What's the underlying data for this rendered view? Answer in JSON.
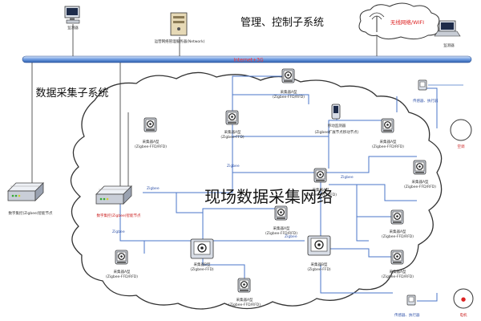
{
  "titles": {
    "mgmt_subsystem": "管理、控制子系统",
    "acq_subsystem": "数据采集子系统",
    "field_network": "现场数据采集网络"
  },
  "backbone": {
    "label": "Internet+3G"
  },
  "wireless": {
    "label": "无线网络/WIFI"
  },
  "top_devices": {
    "monitor_label": "监测器",
    "server_label": "运营网络管理服务器(Network)",
    "laptop_label": "监测器"
  },
  "gateway": {
    "left_label": "数字集控(Zigbee)智能节点",
    "center_label": "数字集控(Zigbee)智能节点"
  },
  "nodes": [
    {
      "name": "采集器A型",
      "sub": "(Zigbee-FFD/RFD)"
    },
    {
      "name": "采集器A型",
      "sub": "(Zigbee-FFD)"
    },
    {
      "name": "采集器A型",
      "sub": "(Zigbee-FFD/RFD)"
    },
    {
      "name": "移动监测器",
      "sub": "(Zigbee扩展节点移动节点)"
    },
    {
      "name": "采集器A型",
      "sub": "(Zigbee-FFD/RFD)"
    },
    {
      "name": "采集器A型",
      "sub": "(Zigbee-FFD/RFD)"
    },
    {
      "name": "采集器A型",
      "sub": "(Zigbee-FFD/RFD)"
    },
    {
      "name": "采集器A型",
      "sub": "(Zigbee-FFD/RFD)"
    },
    {
      "name": "采集器B型",
      "sub": "(Zigbee-FFD)"
    },
    {
      "name": "采集器B型",
      "sub": "(Zigbee-FFD)"
    },
    {
      "name": "采集器A型",
      "sub": "(Zigbee-FFD/RFD)"
    },
    {
      "name": "采集器A型",
      "sub": "(Zigbee-FFD/RFD)"
    },
    {
      "name": "采集器A型",
      "sub": "(Zigbee-FFD/RFD)"
    }
  ],
  "peripherals": {
    "upper_device": "传感器、执行器",
    "upper_target": "空调",
    "lower_device": "传感器、执行器",
    "lower_target": "电机"
  },
  "link_tag": "Zigbee",
  "colors": {
    "link": "#4a76c8",
    "backbone": "#5b8fd6",
    "red": "#dd2222",
    "cloud": "#333333"
  }
}
